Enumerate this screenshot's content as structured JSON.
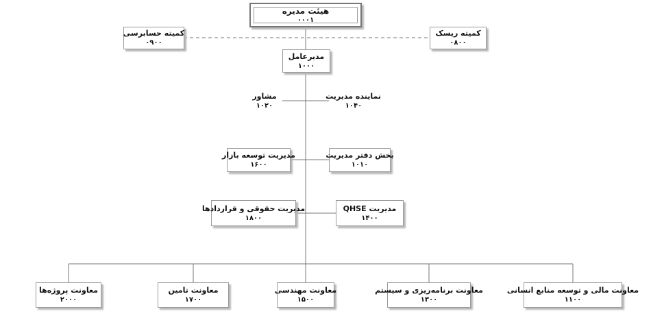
{
  "board": {
    "title": "هیئت مدیره",
    "code": "۰۰۰۱"
  },
  "audit_committee": {
    "title": "کمیته حسابرسی",
    "code": "۰۹۰۰"
  },
  "risk_committee": {
    "title": "کمیته ریسک",
    "code": "۰۸۰۰"
  },
  "ceo": {
    "title": "مدیرعامل",
    "code": "۱۰۰۰"
  },
  "advisor": {
    "title": "مشاور",
    "code": "۱۰۲۰"
  },
  "mgmt_representative": {
    "title": "نماینده مدیریت",
    "code": "۱۰۴۰"
  },
  "market_dev": {
    "title": "مدیریت توسعه بازار",
    "code": "۱۶۰۰"
  },
  "office_mgmt": {
    "title": "بخش دفتر مدیریت",
    "code": "۱۰۱۰"
  },
  "legal": {
    "title": "مدیریت حقوقی و قراردادها",
    "code": "۱۸۰۰"
  },
  "qhse": {
    "title": "مدیریت QHSE",
    "code": "۱۴۰۰"
  },
  "deputies": [
    {
      "title": "معاونت پروژه‌ها",
      "code": "۲۰۰۰"
    },
    {
      "title": "معاونت تامین",
      "code": "۱۷۰۰"
    },
    {
      "title": "معاونت مهندسی",
      "code": "۱۵۰۰"
    },
    {
      "title": "معاونت برنامه‌ریزی و سیستم",
      "code": "۱۳۰۰"
    },
    {
      "title": "معاونت مالی و توسعه منابع انسانی",
      "code": "۱۱۰۰"
    }
  ]
}
